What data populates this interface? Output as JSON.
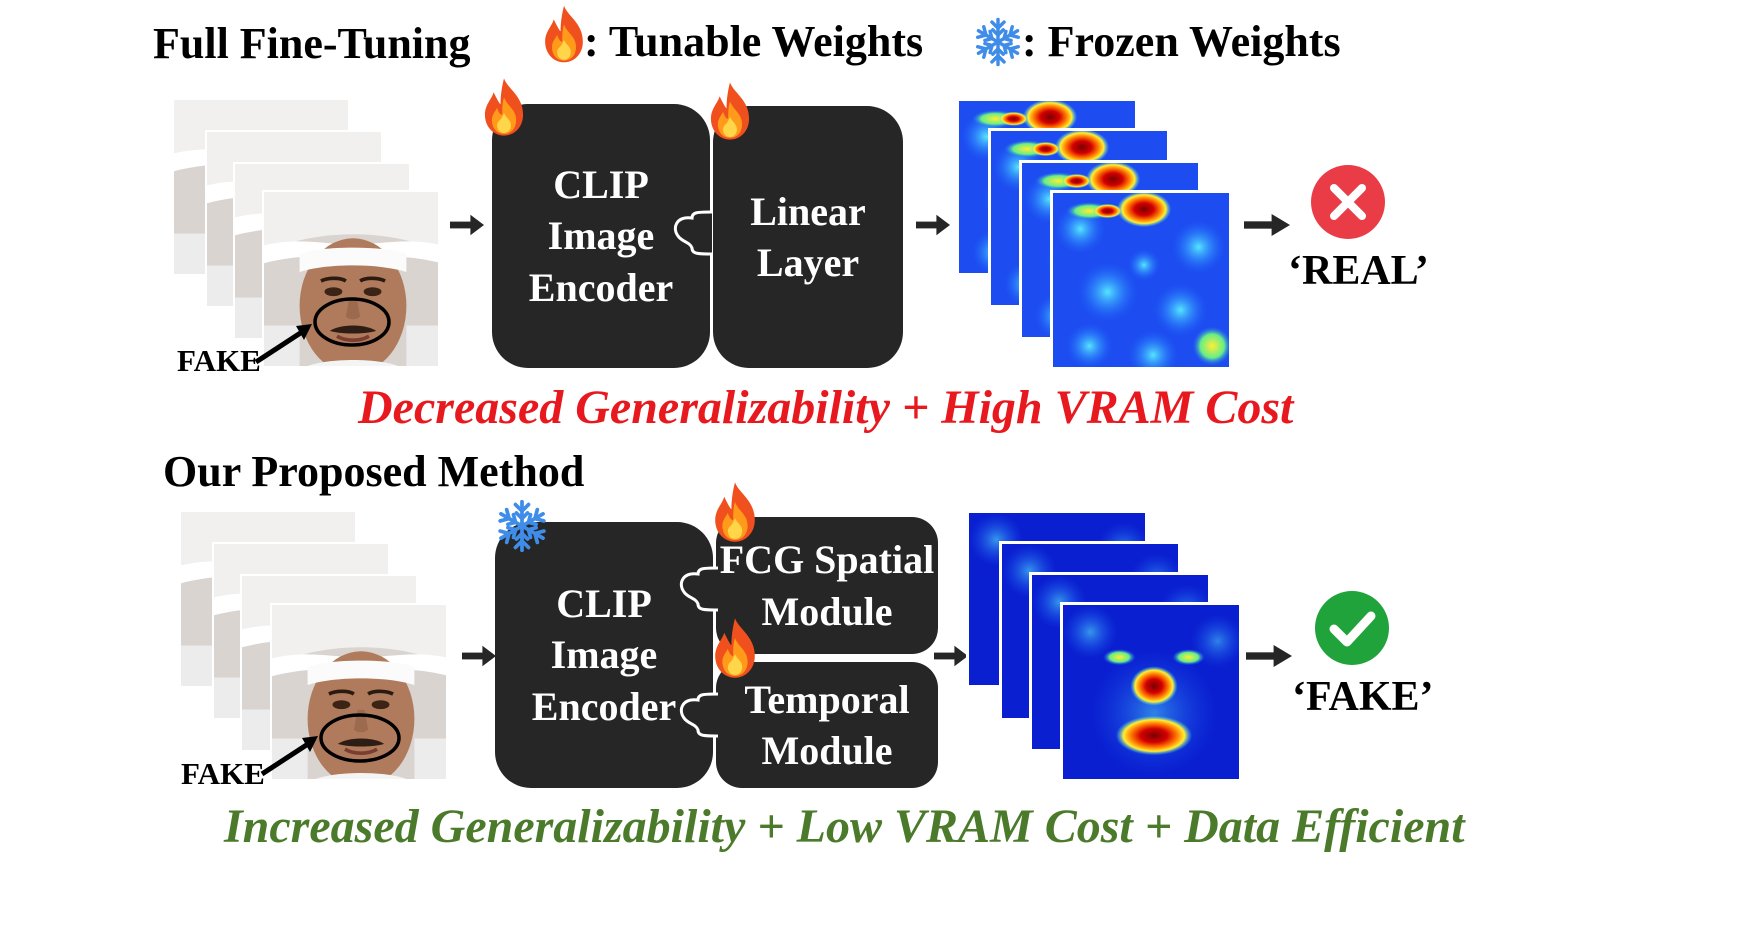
{
  "top": {
    "title": "Full Fine-Tuning",
    "encoder_lines": [
      "CLIP",
      "Image",
      "Encoder"
    ],
    "head_lines": [
      "Linear",
      "Layer"
    ],
    "fake_label": "FAKE",
    "verdict": "‘REAL’",
    "caption": "Decreased Generalizability + High VRAM Cost"
  },
  "legend": {
    "tunable": ": Tunable Weights",
    "frozen": ": Frozen Weights",
    "tunable_icon": "fire-icon",
    "frozen_icon": "snowflake-icon"
  },
  "bottom": {
    "title": "Our Proposed Method",
    "encoder_lines": [
      "CLIP",
      "Image",
      "Encoder"
    ],
    "spatial_lines": [
      "FCG Spatial",
      "Module"
    ],
    "temporal_lines": [
      "Temporal",
      "Module"
    ],
    "fake_label": "FAKE",
    "verdict": "‘FAKE’",
    "caption": "Increased Generalizability + Low VRAM Cost + Data Efficient"
  },
  "colors": {
    "block": "#262626",
    "caption_top": "#e8191e",
    "caption_bottom": "#4a7a2a",
    "wrong": "#ea3c46",
    "right": "#1fa33a",
    "fire": "#f04b1f",
    "snow": "#3f8de8",
    "heat_low": "#1133dd"
  }
}
